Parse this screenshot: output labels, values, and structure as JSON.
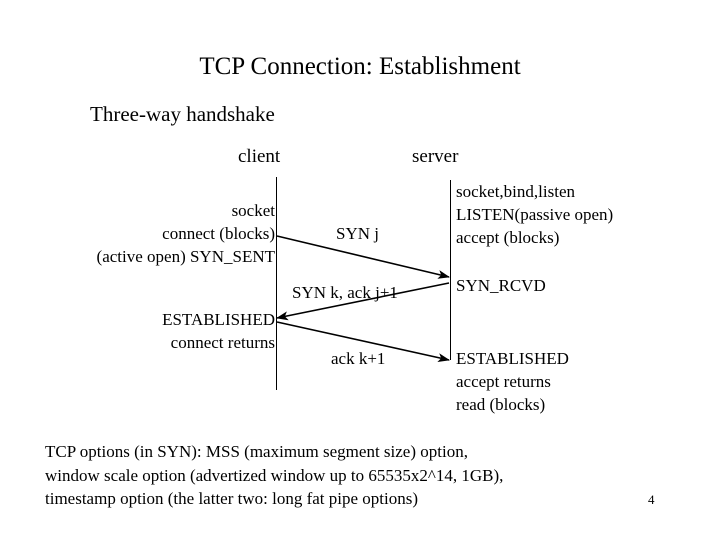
{
  "slide": {
    "title": "TCP Connection: Establishment",
    "subtitle": "Three-way handshake",
    "page_number": "4",
    "text_color": "#000000",
    "background_color": "#ffffff"
  },
  "columns": {
    "client_label": "client",
    "server_label": "server"
  },
  "client_events": {
    "top": [
      "socket",
      "connect (blocks)",
      "(active open) SYN_SENT"
    ],
    "bottom": [
      "ESTABLISHED",
      "connect returns"
    ]
  },
  "server_events": {
    "top": [
      "socket,bind,listen",
      "LISTEN(passive open)",
      "accept (blocks)"
    ],
    "syn_rcvd": [
      "SYN_RCVD"
    ],
    "established": [
      "ESTABLISHED",
      "accept returns",
      "read (blocks)"
    ]
  },
  "messages": [
    {
      "label": "SYN j",
      "direction": "client-to-server"
    },
    {
      "label": "SYN k, ack j+1",
      "direction": "server-to-client"
    },
    {
      "label": "ack k+1",
      "direction": "client-to-server"
    }
  ],
  "footer": {
    "lines": [
      "TCP options (in SYN): MSS (maximum segment size) option,",
      "window scale option (advertized window up to 65535x2^14, 1GB),",
      "timestamp option (the latter two: long fat pipe options)"
    ]
  }
}
